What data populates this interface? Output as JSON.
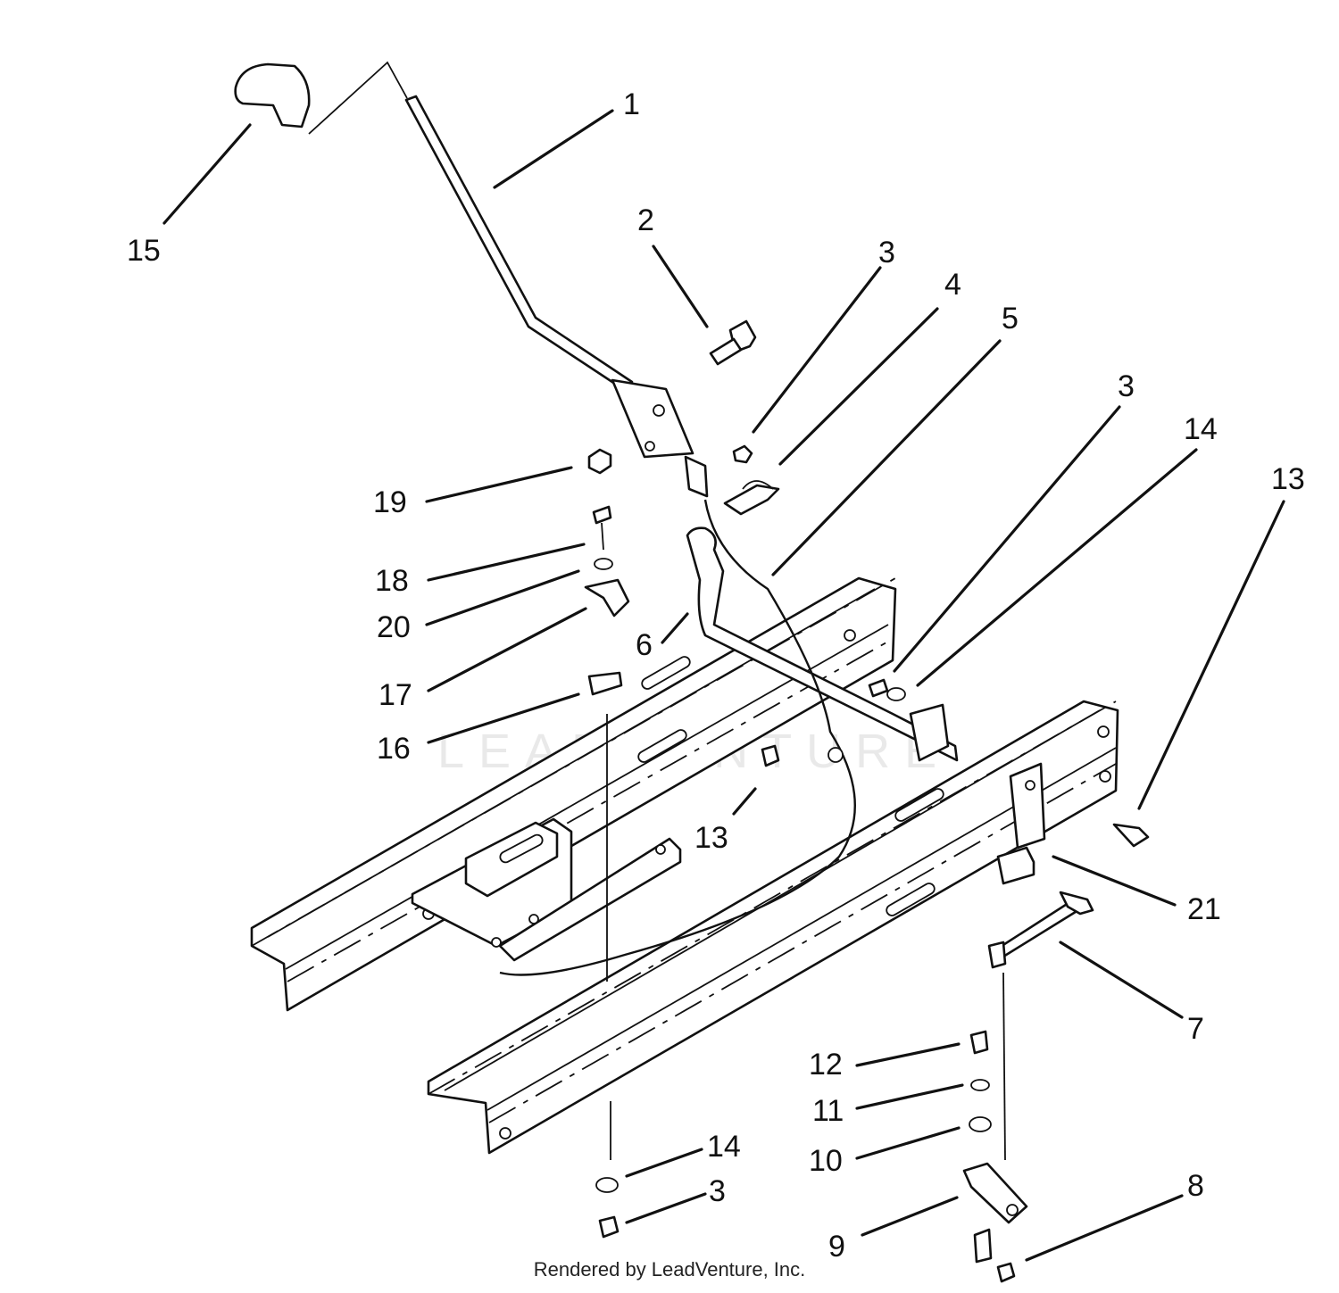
{
  "watermark": "LEADVENTURE",
  "credit": "Rendered by LeadVenture, Inc.",
  "callouts": [
    {
      "id": "1",
      "text": "1"
    },
    {
      "id": "2",
      "text": "2"
    },
    {
      "id": "3a",
      "text": "3"
    },
    {
      "id": "3b",
      "text": "3"
    },
    {
      "id": "3c",
      "text": "3"
    },
    {
      "id": "4",
      "text": "4"
    },
    {
      "id": "5",
      "text": "5"
    },
    {
      "id": "6",
      "text": "6"
    },
    {
      "id": "7",
      "text": "7"
    },
    {
      "id": "8",
      "text": "8"
    },
    {
      "id": "9",
      "text": "9"
    },
    {
      "id": "10",
      "text": "10"
    },
    {
      "id": "11",
      "text": "11"
    },
    {
      "id": "12",
      "text": "12"
    },
    {
      "id": "13a",
      "text": "13"
    },
    {
      "id": "13b",
      "text": "13"
    },
    {
      "id": "14a",
      "text": "14"
    },
    {
      "id": "14b",
      "text": "14"
    },
    {
      "id": "15",
      "text": "15"
    },
    {
      "id": "16",
      "text": "16"
    },
    {
      "id": "17",
      "text": "17"
    },
    {
      "id": "18",
      "text": "18"
    },
    {
      "id": "19",
      "text": "19"
    },
    {
      "id": "20",
      "text": "20"
    },
    {
      "id": "21",
      "text": "21"
    }
  ]
}
